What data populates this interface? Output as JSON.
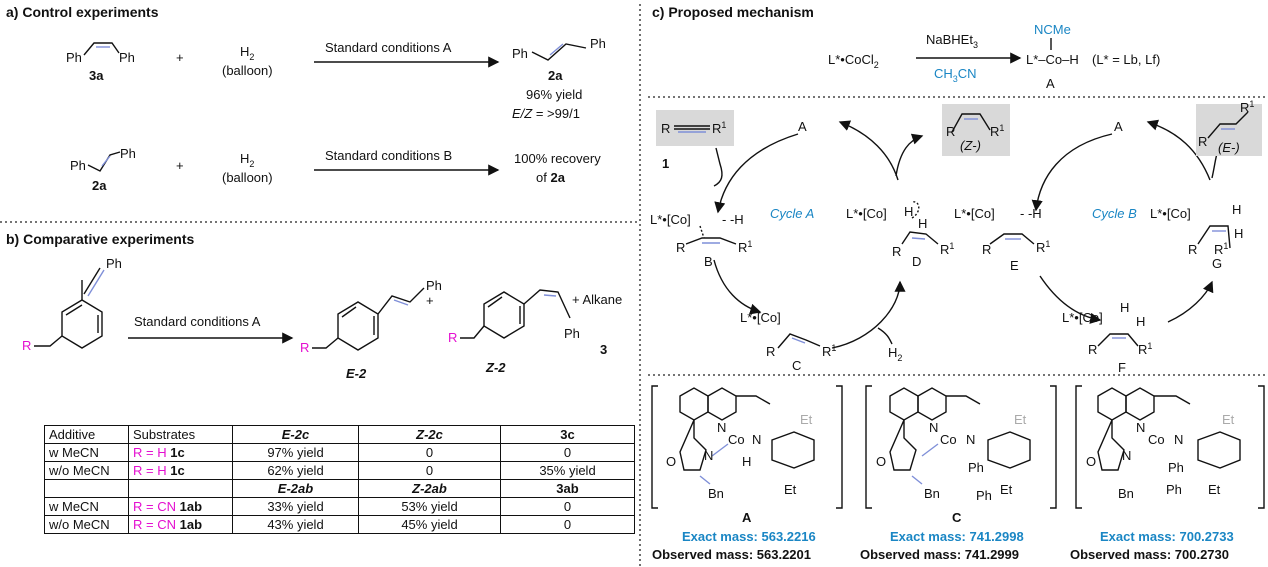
{
  "section_a": {
    "title": "a) Control experiments",
    "row1": {
      "ph": "Ph",
      "compound": "3a",
      "plus": "+",
      "reagent": "H",
      "reagent_sub": "2",
      "reagent_note": "(balloon)",
      "conditions": "Standard conditions A",
      "product": "2a",
      "yield": "96% yield",
      "ez_prefix": "E/Z",
      "ez_value": " = >99/1"
    },
    "row2": {
      "compound": "2a",
      "plus": "+",
      "reagent": "H",
      "reagent_sub": "2",
      "reagent_note": "(balloon)",
      "conditions": "Standard conditions B",
      "result": "100% recovery",
      "result_of": "of ",
      "result_compound": "2a"
    }
  },
  "section_b": {
    "title": "b) Comparative experiments",
    "r_label": "R",
    "ph": "Ph",
    "conditions": "Standard conditions A",
    "product_e": "E-2",
    "product_z": "Z-2",
    "plus": "+",
    "alkane": "+ Alkane",
    "product_3": "3",
    "table": {
      "headers": [
        "Additive",
        "Substrates",
        "E-2c",
        "Z-2c",
        "3c"
      ],
      "rows": [
        [
          "w MeCN",
          "R = H",
          "1c",
          "97% yield",
          "0",
          "0"
        ],
        [
          "w/o MeCN",
          "R = H",
          "1c",
          "62%  yield",
          "0",
          "35% yield"
        ]
      ],
      "headers2": [
        "",
        "",
        "E-2ab",
        "Z-2ab",
        "3ab"
      ],
      "rows2": [
        [
          "w MeCN",
          "R = CN",
          "1ab",
          "33% yield",
          "53% yield",
          "0"
        ],
        [
          "w/o MeCN",
          "R = CN",
          "1ab",
          "43% yield",
          "45% yield",
          "0"
        ]
      ]
    }
  },
  "section_c": {
    "title": "c) Proposed mechanism",
    "precursor": "L*•CoCl",
    "precursor_sub": "2",
    "reagent_top": "NaBHEt",
    "reagent_top_sub": "3",
    "reagent_bottom": "CH",
    "reagent_bottom_mid": "3",
    "reagent_bottom_end": "CN",
    "ncme": "NCMe",
    "hydride": "L*–Co–H",
    "ligand_note": "(L* = Lb, Lf)",
    "label_a": "A",
    "cycle_a": "Cycle A",
    "cycle_b": "Cycle B",
    "alkyne_label": "1",
    "z_label": "(Z-)",
    "e_label": "(E-)",
    "lco": "L*•[Co]",
    "h2": "H",
    "h2_sub": "2",
    "nodes": [
      "A",
      "B",
      "C",
      "D",
      "A",
      "E",
      "F",
      "G"
    ]
  },
  "masses": [
    {
      "label": "A",
      "exact": "Exact mass: 563.2216",
      "observed": "Observed mass: 563.2201"
    },
    {
      "label": "C",
      "exact": "Exact mass: 741.2998",
      "observed": "Observed mass: 741.2999"
    },
    {
      "label": "",
      "exact": "Exact mass: 700.2733",
      "observed": "Observed mass: 700.2730"
    }
  ],
  "struct_text": {
    "co": "Co",
    "n": "N",
    "o": "O",
    "h": "H",
    "et": "Et",
    "bn": "Bn",
    "ph": "Ph"
  },
  "colors": {
    "blue_text": "#1a86c4",
    "magenta": "#e40fd0",
    "bond_blue": "#7f8fd8",
    "box_gray": "#d9d9d9"
  }
}
